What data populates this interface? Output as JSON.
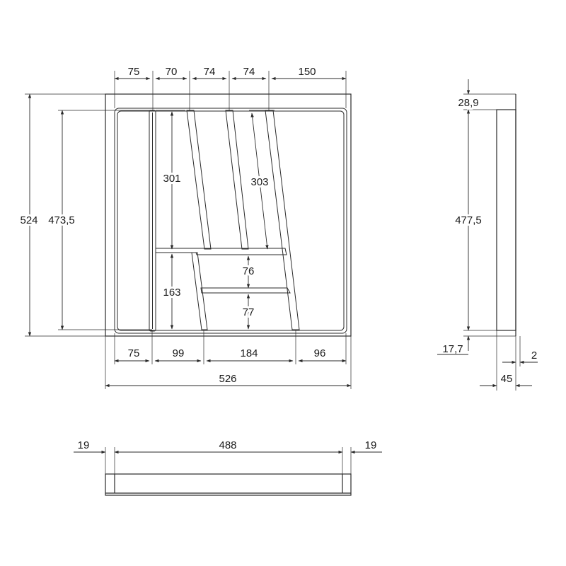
{
  "top_view": {
    "top_dims": [
      "75",
      "70",
      "74",
      "74",
      "150"
    ],
    "bottom_dims": [
      "75",
      "99",
      "184",
      "96"
    ],
    "total_width": "526",
    "outer_height": "524",
    "inner_height": "473,5",
    "left_compartment": "301",
    "left_lower_compartment": "163",
    "diagonal_compartment": "303",
    "middle_compartment_upper": "76",
    "middle_compartment_lower": "77"
  },
  "side_view": {
    "top_offset": "28,9",
    "height": "477,5",
    "bottom_offset": "17,7",
    "wall": "2",
    "depth": "45"
  },
  "front_view": {
    "left_margin": "19",
    "inner_width": "488",
    "right_margin": "19"
  },
  "colors": {
    "line": "#2a2a2a",
    "text": "#1a1a1a",
    "background": "#ffffff"
  }
}
